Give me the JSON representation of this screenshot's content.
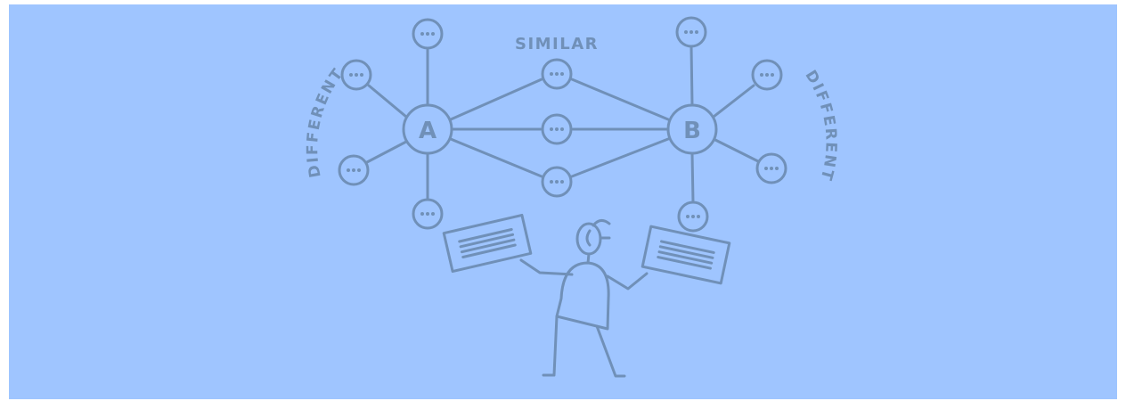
{
  "diagram": {
    "hub_a_label": "A",
    "hub_b_label": "B",
    "similar_label": "SIMILAR",
    "different_left_label": "DIFFERENT",
    "different_right_label": "DIFFERENT"
  },
  "colors": {
    "background": "#9fc5ff",
    "line": "#7090b8"
  }
}
